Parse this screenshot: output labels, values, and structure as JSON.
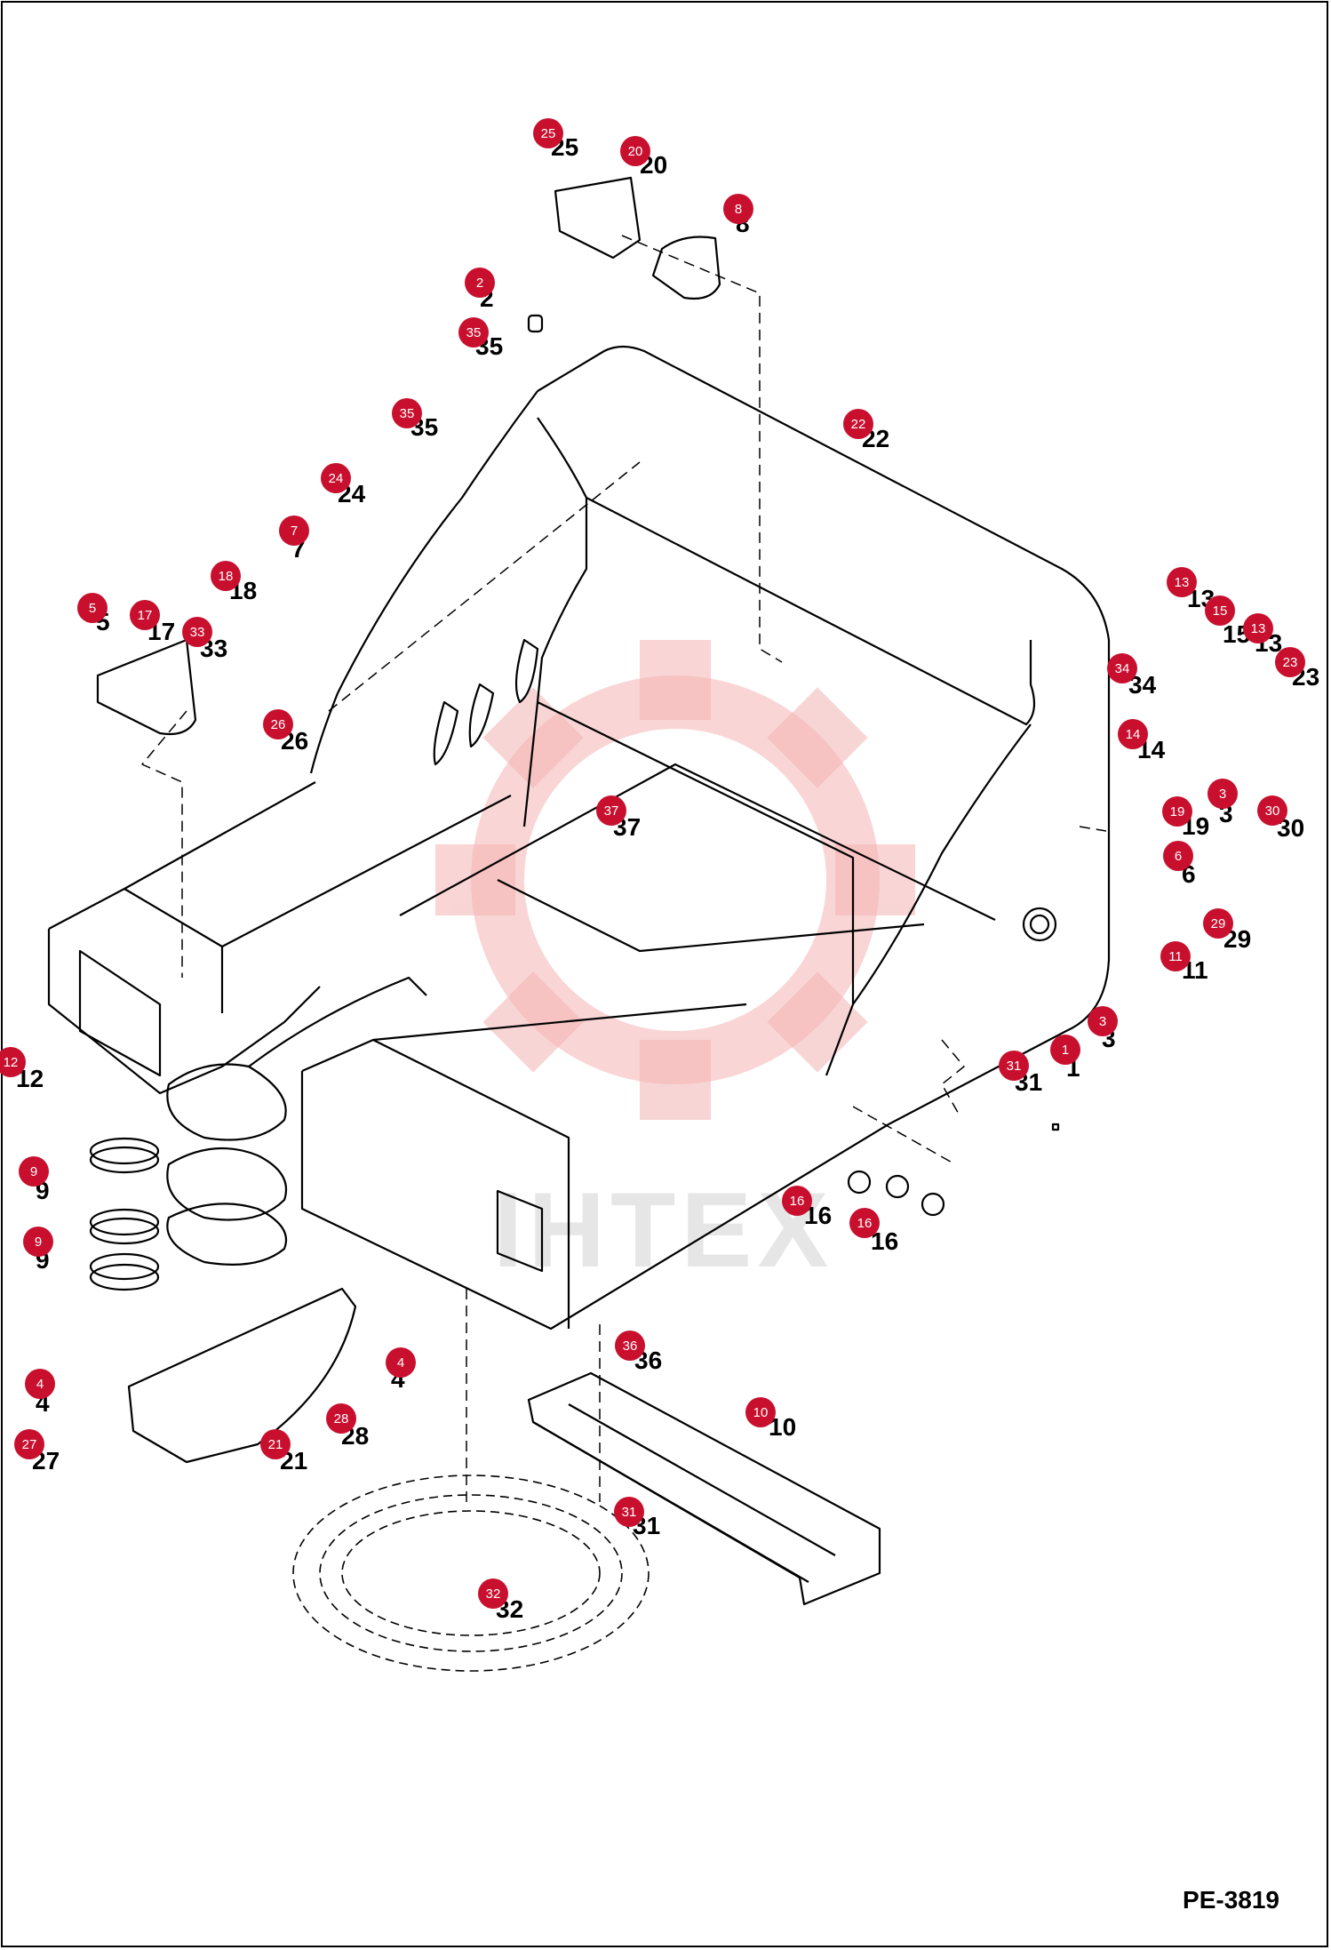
{
  "document": {
    "code": "PE-3819",
    "watermark": "IHTEX",
    "badge_color": "#c8102e",
    "watermark_color": "#f4b3b3"
  },
  "callouts": [
    {
      "label": "25",
      "ref": "25"
    },
    {
      "label": "20",
      "ref": "20"
    },
    {
      "label": "8",
      "ref": "8"
    },
    {
      "label": "2",
      "ref": "2"
    },
    {
      "label": "35",
      "ref": "35"
    },
    {
      "label": "35",
      "ref": "35"
    },
    {
      "label": "22",
      "ref": "22"
    },
    {
      "label": "24",
      "ref": "24"
    },
    {
      "label": "7",
      "ref": "7"
    },
    {
      "label": "18",
      "ref": "18"
    },
    {
      "label": "5",
      "ref": "5"
    },
    {
      "label": "17",
      "ref": "17"
    },
    {
      "label": "33",
      "ref": "33"
    },
    {
      "label": "26",
      "ref": "26"
    },
    {
      "label": "13",
      "ref": "13"
    },
    {
      "label": "15",
      "ref": "15"
    },
    {
      "label": "13",
      "ref": "13"
    },
    {
      "label": "23",
      "ref": "23"
    },
    {
      "label": "34",
      "ref": "34"
    },
    {
      "label": "14",
      "ref": "14"
    },
    {
      "label": "3",
      "ref": "3"
    },
    {
      "label": "19",
      "ref": "19"
    },
    {
      "label": "30",
      "ref": "30"
    },
    {
      "label": "37",
      "ref": "37"
    },
    {
      "label": "6",
      "ref": "6"
    },
    {
      "label": "29",
      "ref": "29"
    },
    {
      "label": "11",
      "ref": "11"
    },
    {
      "label": "3",
      "ref": "3"
    },
    {
      "label": "1",
      "ref": "1"
    },
    {
      "label": "31",
      "ref": "31"
    },
    {
      "label": "12",
      "ref": "12"
    },
    {
      "label": "9",
      "ref": "9"
    },
    {
      "label": "9",
      "ref": "9"
    },
    {
      "label": "16",
      "ref": "16"
    },
    {
      "label": "16",
      "ref": "16"
    },
    {
      "label": "4",
      "ref": "4"
    },
    {
      "label": "36",
      "ref": "36"
    },
    {
      "label": "10",
      "ref": "10"
    },
    {
      "label": "4",
      "ref": "4"
    },
    {
      "label": "28",
      "ref": "28"
    },
    {
      "label": "27",
      "ref": "27"
    },
    {
      "label": "21",
      "ref": "21"
    },
    {
      "label": "31",
      "ref": "31"
    },
    {
      "label": "32",
      "ref": "32"
    }
  ],
  "extra_refs": [
    "16"
  ]
}
